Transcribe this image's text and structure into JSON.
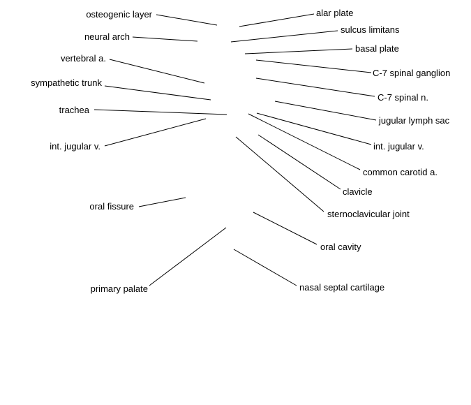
{
  "diagram": {
    "line_color": "#000000",
    "text_color": "#000000",
    "labels": [
      {
        "id": "osteogenic-layer",
        "text": "osteogenic layer"
      },
      {
        "id": "neural-arch",
        "text": "neural arch"
      },
      {
        "id": "vertebral-a",
        "text": "vertebral a."
      },
      {
        "id": "sympathetic-trunk",
        "text": "sympathetic trunk"
      },
      {
        "id": "trachea",
        "text": "trachea"
      },
      {
        "id": "int-jugular-v-left",
        "text": "int. jugular v."
      },
      {
        "id": "oral-fissure",
        "text": "oral fissure"
      },
      {
        "id": "primary-palate",
        "text": "primary palate"
      },
      {
        "id": "alar-plate",
        "text": "alar plate"
      },
      {
        "id": "sulcus-limitans",
        "text": "sulcus limitans"
      },
      {
        "id": "basal-plate",
        "text": "basal plate"
      },
      {
        "id": "c7-spinal-ganglion",
        "text": "C-7 spinal ganglion"
      },
      {
        "id": "c7-spinal-n",
        "text": "C-7 spinal n."
      },
      {
        "id": "jugular-lymph-sac",
        "text": "jugular lymph sac"
      },
      {
        "id": "int-jugular-v-right",
        "text": "int. jugular v."
      },
      {
        "id": "common-carotid-a",
        "text": "common carotid a."
      },
      {
        "id": "clavicle",
        "text": "clavicle"
      },
      {
        "id": "sternoclavicular-joint",
        "text": "sternoclavicular joint"
      },
      {
        "id": "oral-cavity",
        "text": "oral cavity"
      },
      {
        "id": "nasal-septal-cartilage",
        "text": "nasal septal cartilage"
      }
    ]
  }
}
